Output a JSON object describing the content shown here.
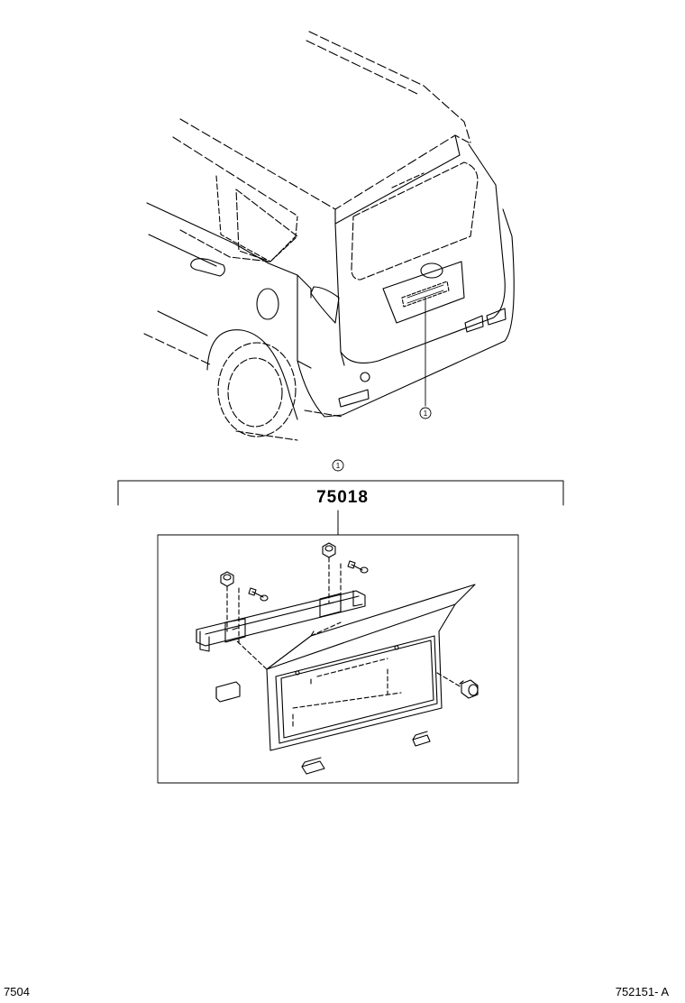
{
  "callout_label": "1",
  "part_number": "75018",
  "footer": {
    "page_code": "7504",
    "illustration_code": "752151- A"
  }
}
